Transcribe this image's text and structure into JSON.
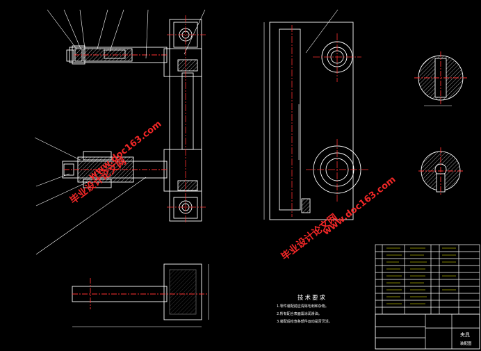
{
  "technical_requirements": {
    "title": "技术要求",
    "notes": [
      "1.零件装配前应清除毛刺和杂物。",
      "2.所有配合表面需涂润滑油。",
      "3.装配后检查各部件运动是否灵活。"
    ]
  },
  "title_block": {
    "part_name": "夹具",
    "drawing_label": "装配图"
  },
  "watermarks": [
    "毕业设计论文网",
    "www.doc163.com",
    "毕业设计论文网",
    "www.doc163.com"
  ],
  "colors": {
    "background": "#000000",
    "line": "#ffffff",
    "center_line": "#ff3030",
    "accent": "#ffff00",
    "hatch": "#ffffff",
    "watermark": "#ff2a2a"
  }
}
